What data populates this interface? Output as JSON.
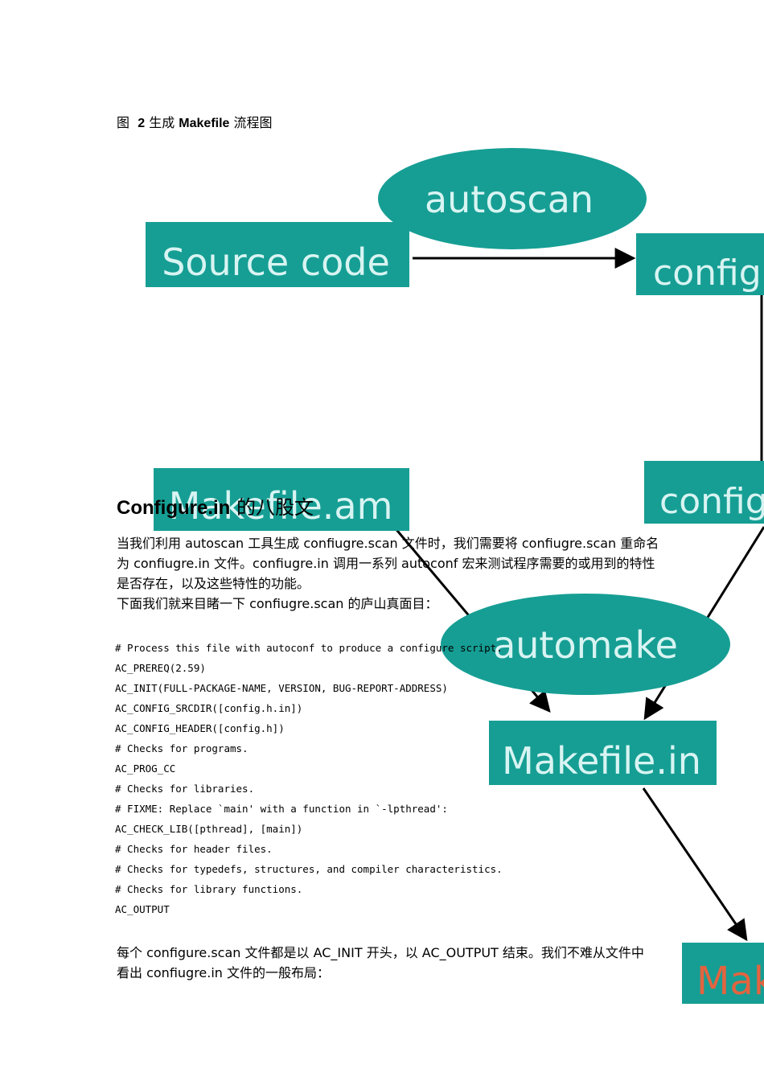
{
  "figure": {
    "caption_label": "图",
    "caption_number": "2",
    "caption_prefix": "生成",
    "caption_keyword": "Makefile",
    "caption_suffix": "流程图",
    "nodes": {
      "autoscan": "autoscan",
      "source_code": "Source code",
      "configure_scan": "config",
      "makefile_am": "Makefile.am",
      "configure_in": "config",
      "automake": "automake",
      "makefile_in": "Makefile.in",
      "makefile": "Mak"
    },
    "colors": {
      "node_fill": "#169e94",
      "node_text": "#d8f4f2",
      "makefile_text": "#e2643f",
      "arrow": "#000000"
    }
  },
  "section": {
    "title_latin": "Configure.in",
    "title_cjk": "的八股文"
  },
  "paragraphs": {
    "intro": [
      "当我们利用 autoscan 工具生成 confiugre.scan 文件时，我们需要将 confiugre.scan 重命名",
      "为 confiugre.in 文件。confiugre.in 调用一系列 autoconf 宏来测试程序需要的或用到的特性",
      "是否存在，以及这些特性的功能。",
      "下面我们就来目睹一下 confiugre.scan 的庐山真面目："
    ],
    "outro": [
      "每个 configure.scan 文件都是以 AC_INIT 开头，以 AC_OUTPUT 结束。我们不难从文件中",
      "看出 confiugre.in 文件的一般布局："
    ]
  },
  "code": [
    "# Process this file with autoconf to produce a configure script.",
    "AC_PREREQ(2.59)",
    "AC_INIT(FULL-PACKAGE-NAME, VERSION, BUG-REPORT-ADDRESS)",
    "AC_CONFIG_SRCDIR([config.h.in])",
    "AC_CONFIG_HEADER([config.h])",
    "# Checks for programs.",
    "AC_PROG_CC",
    "# Checks for libraries.",
    "# FIXME: Replace `main' with a function in `-lpthread':",
    "AC_CHECK_LIB([pthread], [main])",
    "# Checks for header files.",
    "# Checks for typedefs, structures, and compiler characteristics.",
    "# Checks for library functions.",
    "AC_OUTPUT"
  ]
}
